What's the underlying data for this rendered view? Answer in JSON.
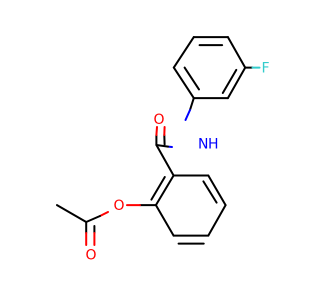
{
  "molecule": {
    "atoms": [
      {
        "id": "o-carbonyl",
        "label": "O",
        "color": "#ff0000"
      },
      {
        "id": "n-amide",
        "label": "H",
        "label_n": "N",
        "color": "#0000ff"
      },
      {
        "id": "f-sub",
        "label": "F",
        "color": "#33cccc"
      },
      {
        "id": "o-ester",
        "label": "O",
        "color": "#ff0000"
      },
      {
        "id": "o-acetyl",
        "label": "O",
        "color": "#ff0000"
      }
    ]
  }
}
